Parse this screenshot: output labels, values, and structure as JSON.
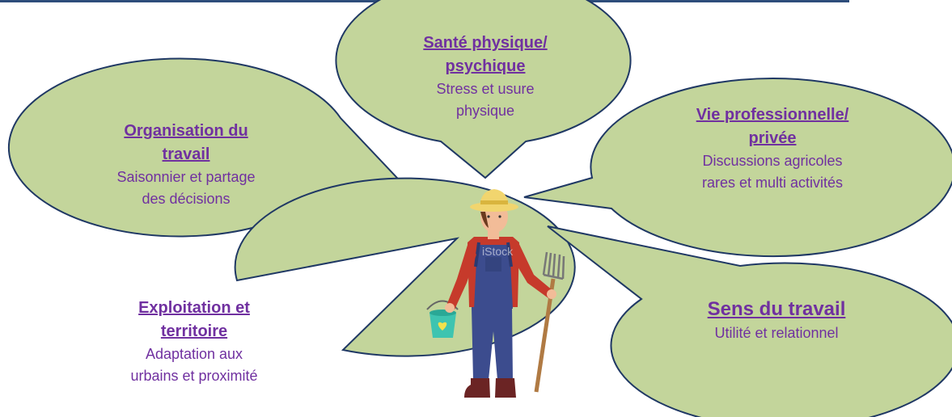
{
  "colors": {
    "bubble_fill": "#c3d59b",
    "bubble_stroke": "#1f3864",
    "text": "#7030a0",
    "top_rule": "#2e4d7b"
  },
  "bubbles": {
    "sante": {
      "title_line1": "Santé physique/",
      "title_line2": "psychique",
      "sub_line1": "Stress et usure",
      "sub_line2": "physique"
    },
    "organisation": {
      "title_line1": "Organisation du",
      "title_line2": "travail",
      "sub_line1": "Saisonnier et partage",
      "sub_line2": "des décisions"
    },
    "vie": {
      "title_line1": "Vie professionnelle/",
      "title_line2": "privée",
      "sub_line1": "Discussions agricoles",
      "sub_line2": "rares et multi activités"
    },
    "exploitation": {
      "title_line1": "Exploitation et",
      "title_line2": "territoire",
      "sub_line1": "Adaptation aux",
      "sub_line2": "urbains et proximité"
    },
    "sens": {
      "title": "Sens du travail",
      "sub": "Utilité et relationnel"
    }
  },
  "illustration": {
    "subject": "farmer-with-pitchfork-and-bucket",
    "watermark": "iStock"
  }
}
